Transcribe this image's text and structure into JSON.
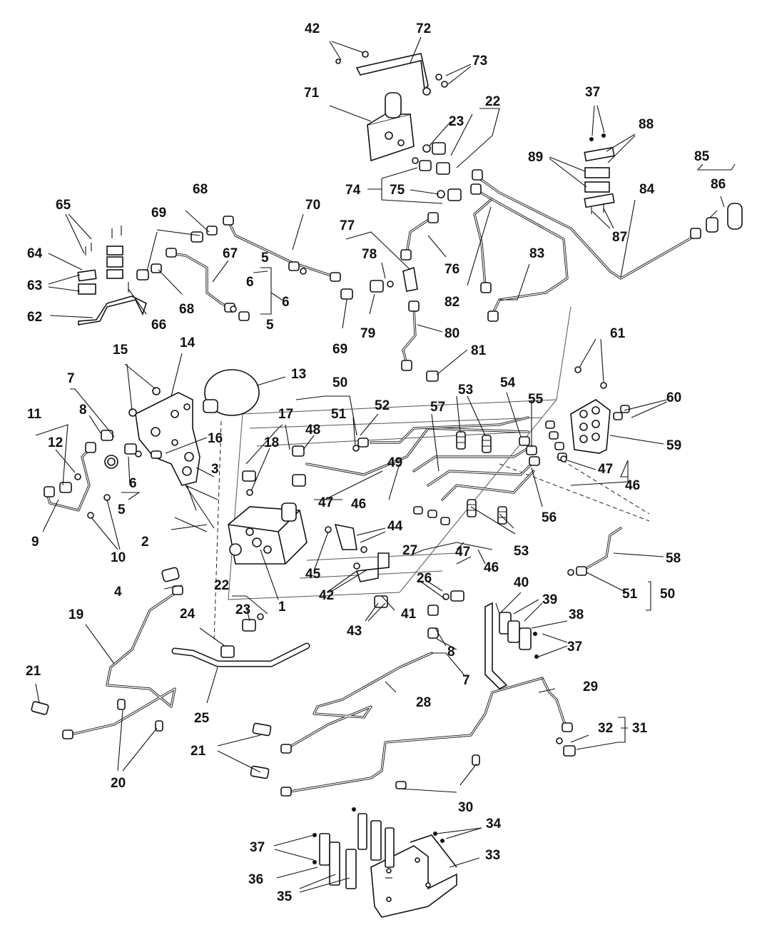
{
  "callouts": [
    "1",
    "2",
    "3",
    "4",
    "5",
    "6",
    "7",
    "8",
    "9",
    "10",
    "11",
    "12",
    "13",
    "14",
    "15",
    "16",
    "17",
    "18",
    "19",
    "20",
    "21",
    "22",
    "23",
    "24",
    "25",
    "26",
    "27",
    "28",
    "29",
    "30",
    "31",
    "32",
    "33",
    "34",
    "35",
    "36",
    "37",
    "38",
    "39",
    "40",
    "41",
    "42",
    "43",
    "44",
    "45",
    "46",
    "47",
    "48",
    "49",
    "50",
    "51",
    "52",
    "53",
    "54",
    "55",
    "56",
    "57",
    "58",
    "59",
    "60",
    "61",
    "62",
    "63",
    "64",
    "65",
    "66",
    "67",
    "68",
    "69",
    "70",
    "71",
    "72",
    "73",
    "74",
    "75",
    "76",
    "77",
    "78",
    "79",
    "80",
    "81",
    "82",
    "83",
    "84",
    "85",
    "86",
    "87",
    "88",
    "89"
  ],
  "colors": {
    "line": "#111111",
    "background": "#ffffff"
  }
}
